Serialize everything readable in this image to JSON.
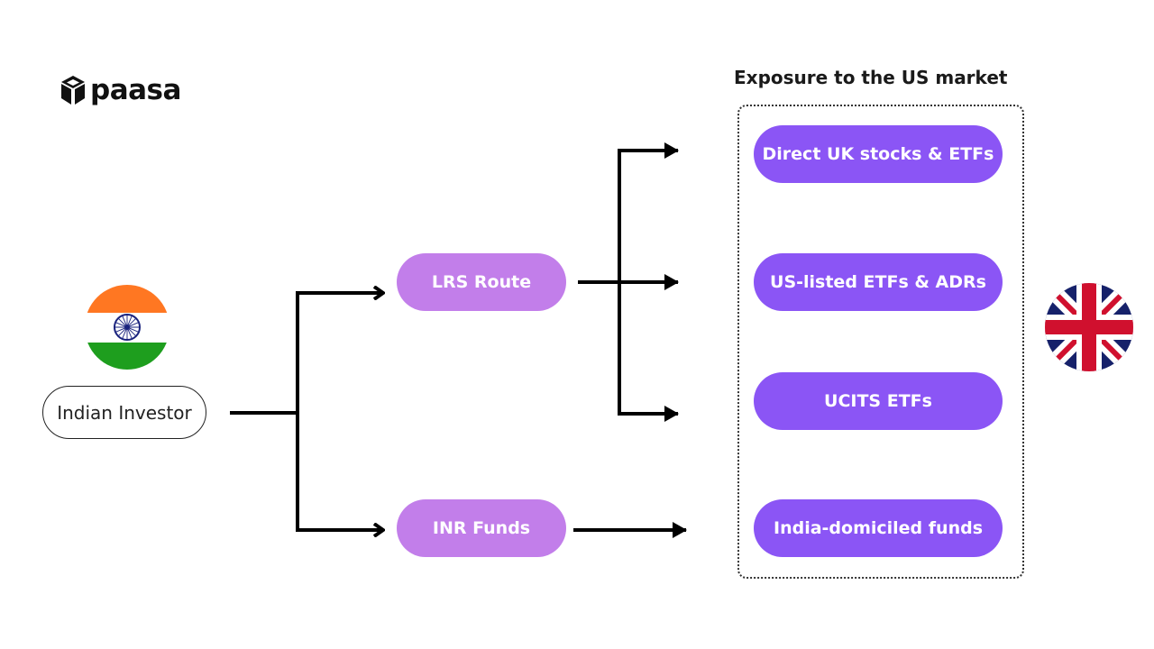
{
  "brand": {
    "logo_text": "paasa"
  },
  "section_title": "Exposure to the US market",
  "investor": {
    "label": "Indian Investor"
  },
  "routes": [
    {
      "id": "lrs",
      "label": "LRS Route"
    },
    {
      "id": "inr",
      "label": "INR Funds"
    }
  ],
  "destinations": [
    {
      "id": "direct-uk",
      "label": "Direct UK stocks & ETFs"
    },
    {
      "id": "us-listed",
      "label": "US-listed ETFs & ADRs"
    },
    {
      "id": "ucits",
      "label": "UCITS ETFs"
    },
    {
      "id": "india-domiciled",
      "label": "India-domiciled funds"
    }
  ],
  "icons": {
    "logo": "paasa-box-logo-icon",
    "origin_flag": "india-flag-icon",
    "target_flag": "uk-flag-icon"
  },
  "colors": {
    "destination_pill": "#8b55f5",
    "route_pill": "#c27eea",
    "arrow": "#000000",
    "india_saffron": "#ff7722",
    "india_green": "#1e9e1e",
    "chakra_navy": "#1a237e",
    "uk_blue": "#16216a",
    "uk_red": "#d0102e"
  }
}
